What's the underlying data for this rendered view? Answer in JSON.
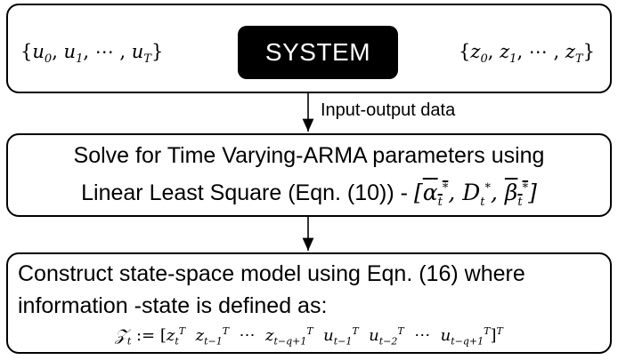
{
  "system_label": "SYSTEM",
  "input_sequence": "{u0, u1, ⋯ , uT}",
  "output_sequence": "{z0, z1, ⋯ , zT}",
  "edge_label": "Input-output data",
  "solve_box": {
    "line1": "Solve for Time Varying-ARMA parameters using",
    "line2_text": "Linear Least Square (Eqn. (10)) - ",
    "line2_params": "[αt*, Dt*, βt*]"
  },
  "construct_box": {
    "line1": "Construct state-space model using Eqn. (16) where",
    "line2": "information -state is defined as:",
    "formula": "Zt := [ztT zt−1T ⋯ zt−q+1T ut−1T ut−2T ⋯ ut−q+1T]T"
  }
}
